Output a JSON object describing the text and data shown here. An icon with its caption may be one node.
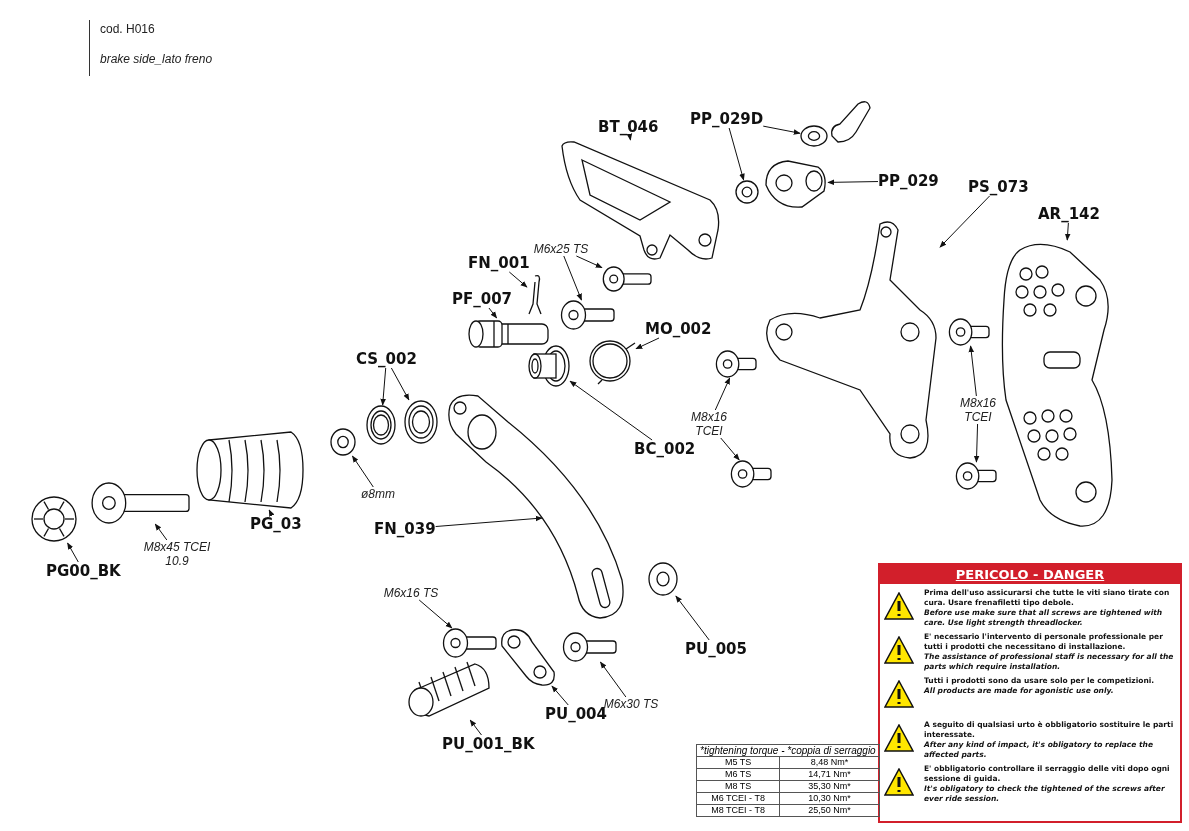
{
  "diagram": {
    "nodes": [
      {
        "text": [
          "PP_029D"
        ]
      },
      {
        "text": [],
        "shape": "picture"
      },
      {
        "text": [],
        "shape": "picture"
      },
      {
        "text": [
          "BT_046"
        ]
      },
      {
        "text": [],
        "shape": "picture"
      },
      {
        "text": [
          "PP_029"
        ]
      },
      {
        "text": [],
        "shape": "picture"
      },
      {
        "text": [
          "PS_073"
        ]
      },
      {
        "text": [],
        "shape": "picture"
      },
      {
        "text": [
          "AR_142"
        ]
      },
      {
        "text": [],
        "shape": "picture"
      },
      {
        "text": [
          "M6x25 TS"
        ]
      },
      {
        "text": [],
        "shape": "picture"
      },
      {
        "text": [],
        "shape": "picture"
      },
      {
        "text": [
          "FN_001"
        ]
      },
      {
        "text": [],
        "shape": "picture"
      },
      {
        "text": [
          "PF_007"
        ]
      },
      {
        "text": [],
        "shape": "picture"
      },
      {
        "text": [
          "MO_002"
        ]
      },
      {
        "text": [],
        "shape": "picture"
      },
      {
        "text": [
          "CS_002"
        ]
      },
      {
        "text": [],
        "shape": "picture"
      },
      {
        "text": [],
        "shape": "picture"
      },
      {
        "text": [
          "BC_002"
        ]
      },
      {
        "text": [],
        "shape": "picture"
      },
      {
        "text": [
          "M8x16 TCEI"
        ]
      },
      {
        "text": [],
        "shape": "picture"
      },
      {
        "text": [],
        "shape": "picture"
      },
      {
        "text": [
          "M8x16 TCEI"
        ]
      },
      {
        "text": [],
        "shape": "picture"
      },
      {
        "text": [],
        "shape": "picture"
      },
      {
        "text": [
          "PG_03"
        ]
      },
      {
        "text": [],
        "shape": "picture"
      },
      {
        "text": [
          "PG00_BK"
        ]
      },
      {
        "text": [],
        "shape": "picture"
      },
      {
        "text": [
          "M8x45 TCEI 10.9"
        ]
      },
      {
        "text": [],
        "shape": "picture"
      },
      {
        "text": [
          "ø8mm"
        ]
      },
      {
        "text": [],
        "shape": "picture"
      },
      {
        "text": [
          "FN_039"
        ]
      },
      {
        "text": [],
        "shape": "picture"
      },
      {
        "text": [
          "M6x16 TS"
        ]
      },
      {
        "text": [],
        "shape": "picture"
      },
      {
        "text": [
          "PU_001_BK"
        ]
      },
      {
        "text": [],
        "shape": "picture"
      },
      {
        "text": [
          "PU_004"
        ]
      },
      {
        "text": [],
        "shape": "picture"
      },
      {
        "text": [
          "M6x30 TS"
        ]
      },
      {
        "text": [],
        "shape": "picture"
      },
      {
        "text": [
          "PU_005"
        ]
      },
      {
        "text": [],
        "shape": "picture"
      },
      {
        "text": [
          "PERICOLO - DANGER",
          "Prima dell'uso assicurarsi che tutte le viti siano tirate con cura. Usare frenafiletti tipo debole.",
          "Before use make sure that all screws are tightened with care. Use light strength threadlocker.",
          "E' necessario l'intervento di personale professionale per tutti i prodotti che necessitano di installazione.",
          "The assistance of professional staff is necessary for all the parts which require installation.",
          "Tutti i prodotti sono da usare solo per le competizioni.",
          "All products are made for agonistic use only.",
          "A seguito di qualsiasi urto è obbligatorio sostituire le parti interessate.",
          "After any kind of impact, it's obligatory to replace the affected parts.",
          "E' obbligatorio controllare il serraggio delle viti dopo ogni sessione di guida.",
          "It's obligatory to check the tightened of the screws after ever ride session."
        ]
      }
    ],
    "edges": [
      {
        "from": 0,
        "to": 1,
        "arrow": "to"
      },
      {
        "from": 0,
        "to": 2,
        "arrow": "to"
      },
      {
        "from": 3,
        "to": 4,
        "arrow": "to"
      },
      {
        "from": 5,
        "to": 6,
        "arrow": "to"
      },
      {
        "from": 7,
        "to": 8,
        "arrow": "to"
      },
      {
        "from": 9,
        "to": 10,
        "arrow": "to"
      },
      {
        "from": 11,
        "to": 12,
        "arrow": "to"
      },
      {
        "from": 11,
        "to": 13,
        "arrow": "to"
      },
      {
        "from": 14,
        "to": 15,
        "arrow": "to"
      },
      {
        "from": 16,
        "to": 17,
        "arrow": "to"
      },
      {
        "from": 18,
        "to": 19,
        "arrow": "to"
      },
      {
        "from": 20,
        "to": 21,
        "arrow": "to"
      },
      {
        "from": 20,
        "to": 22,
        "arrow": "to"
      },
      {
        "from": 23,
        "to": 24,
        "arrow": "to"
      },
      {
        "from": 25,
        "to": 26,
        "arrow": "to"
      },
      {
        "from": 25,
        "to": 27,
        "arrow": "to"
      },
      {
        "from": 28,
        "to": 29,
        "arrow": "to"
      },
      {
        "from": 28,
        "to": 30,
        "arrow": "to"
      },
      {
        "from": 31,
        "to": 32,
        "arrow": "to"
      },
      {
        "from": 33,
        "to": 34,
        "arrow": "to"
      },
      {
        "from": 35,
        "to": 36,
        "arrow": "to"
      },
      {
        "from": 37,
        "to": 38,
        "arrow": "to"
      },
      {
        "from": 39,
        "to": 40,
        "arrow": "to"
      },
      {
        "from": 41,
        "to": 42,
        "arrow": "to"
      },
      {
        "from": 43,
        "to": 44,
        "arrow": "to"
      },
      {
        "from": 45,
        "to": 46,
        "arrow": "to"
      },
      {
        "from": 47,
        "to": 48,
        "arrow": "to"
      },
      {
        "from": 49,
        "to": 50,
        "arrow": "to"
      }
    ],
    "labels": [
      "cod. H016",
      "brake side_lato freno",
      "*tightening torque - *coppia di serraggio",
      "M5 TS",
      "8,48 Nm*",
      "M6 TS",
      "14,71 Nm*",
      "M8 TS",
      "35,30 Nm*",
      "M6 TCEI - T8",
      "10,30 Nm*",
      "M8 TCEI - T8",
      "25,50 Nm*"
    ]
  }
}
